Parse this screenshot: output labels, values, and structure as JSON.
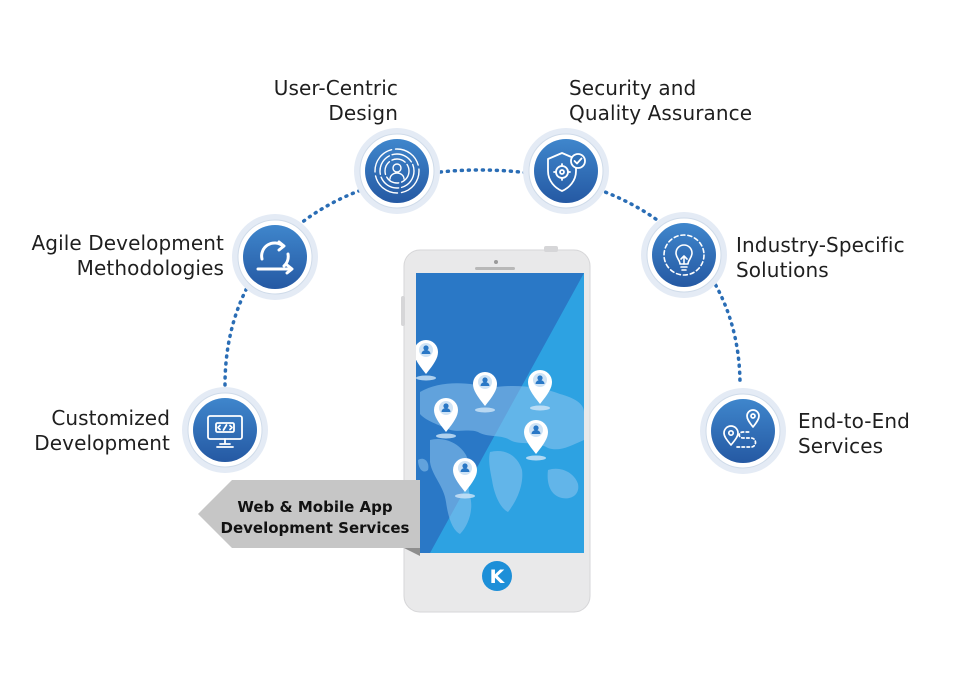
{
  "banner": {
    "line1": "Web & Mobile App",
    "line2": "Development Services"
  },
  "logo": {
    "letter": "K"
  },
  "features": [
    {
      "id": "customized",
      "icon": "code-monitor-icon",
      "lines": [
        "Customized",
        "Development"
      ]
    },
    {
      "id": "agile",
      "icon": "agile-cycle-icon",
      "lines": [
        "Agile Development",
        "Methodologies"
      ]
    },
    {
      "id": "ucd",
      "icon": "user-fingerprint-icon",
      "lines": [
        "User-Centric",
        "Design"
      ]
    },
    {
      "id": "security",
      "icon": "shield-gear-check-icon",
      "lines": [
        "Security and",
        "Quality Assurance"
      ]
    },
    {
      "id": "industry",
      "icon": "lightbulb-gear-icon",
      "lines": [
        "Industry-Specific",
        "Solutions"
      ]
    },
    {
      "id": "e2e",
      "icon": "route-pins-icon",
      "lines": [
        "End-to-End",
        "Services"
      ]
    }
  ],
  "colors": {
    "primary": "#2f6fb6",
    "accent": "#1e9be0",
    "ring": "#dde6f2",
    "phone": "#e9e9ea",
    "banner": "#c9c9c9"
  }
}
